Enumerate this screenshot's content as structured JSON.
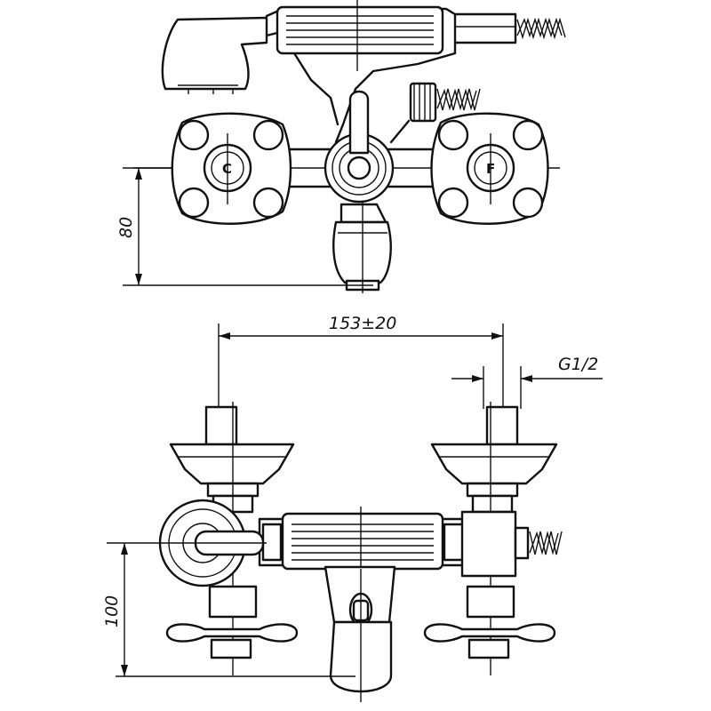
{
  "dimensions": {
    "front_height": "80",
    "center_distance": "153±20",
    "thread": "G1/2",
    "bottom_height": "100"
  },
  "handle_marks": {
    "left": "C",
    "right": "F"
  }
}
